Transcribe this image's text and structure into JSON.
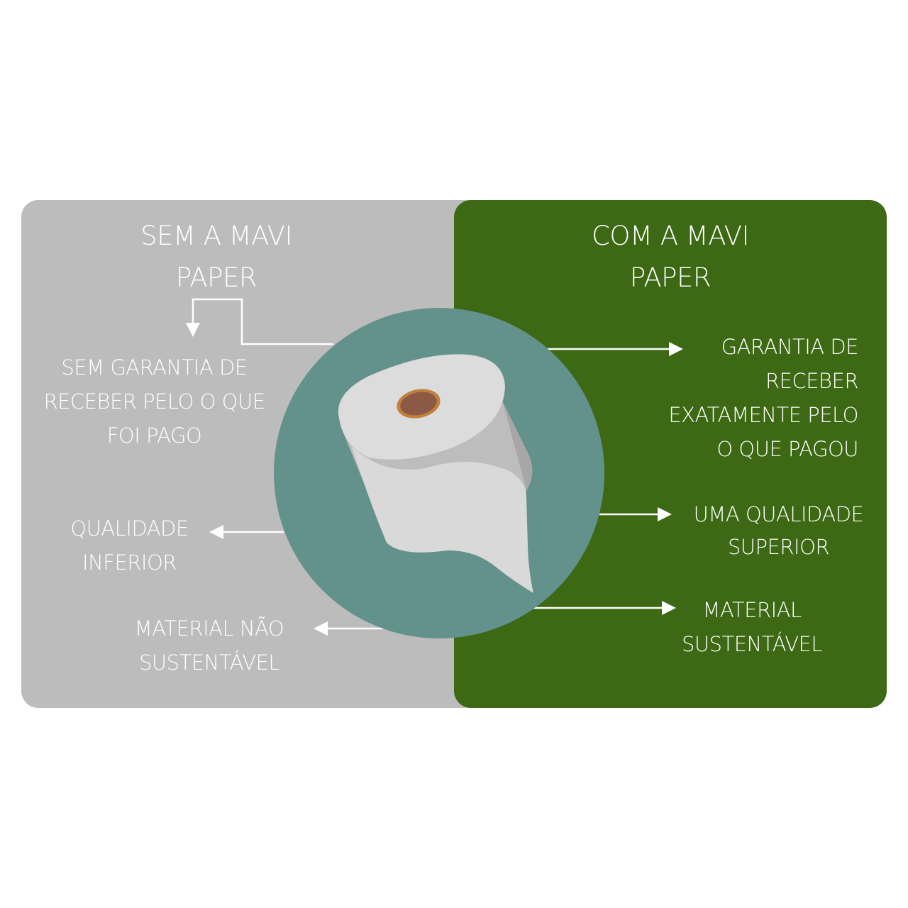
{
  "left_panel": {
    "title": "SEM A MAVI\nPAPER",
    "items": [
      "SEM GARANTIA DE\nRECEBER PELO O QUE\nFOI PAGO",
      "QUALIDADE\nINFERIOR",
      "MATERIAL NÃO\nSUSTENTÁVEL"
    ]
  },
  "right_panel": {
    "title": "COM A MAVI\nPAPER",
    "items": [
      "GARANTIA DE\nRECEBER\nEXATAMENTE PELO\nO QUE PAGOU",
      "UMA QUALIDADE\nSUPERIOR",
      "MATERIAL\nSUSTENTÁVEL"
    ]
  },
  "colors": {
    "left_bg": "#bcbcbc",
    "right_bg": "#3d6914",
    "circle": "#63918b",
    "core": "#8c5a44"
  },
  "icons": {
    "center": "toilet-paper-roll-icon"
  }
}
